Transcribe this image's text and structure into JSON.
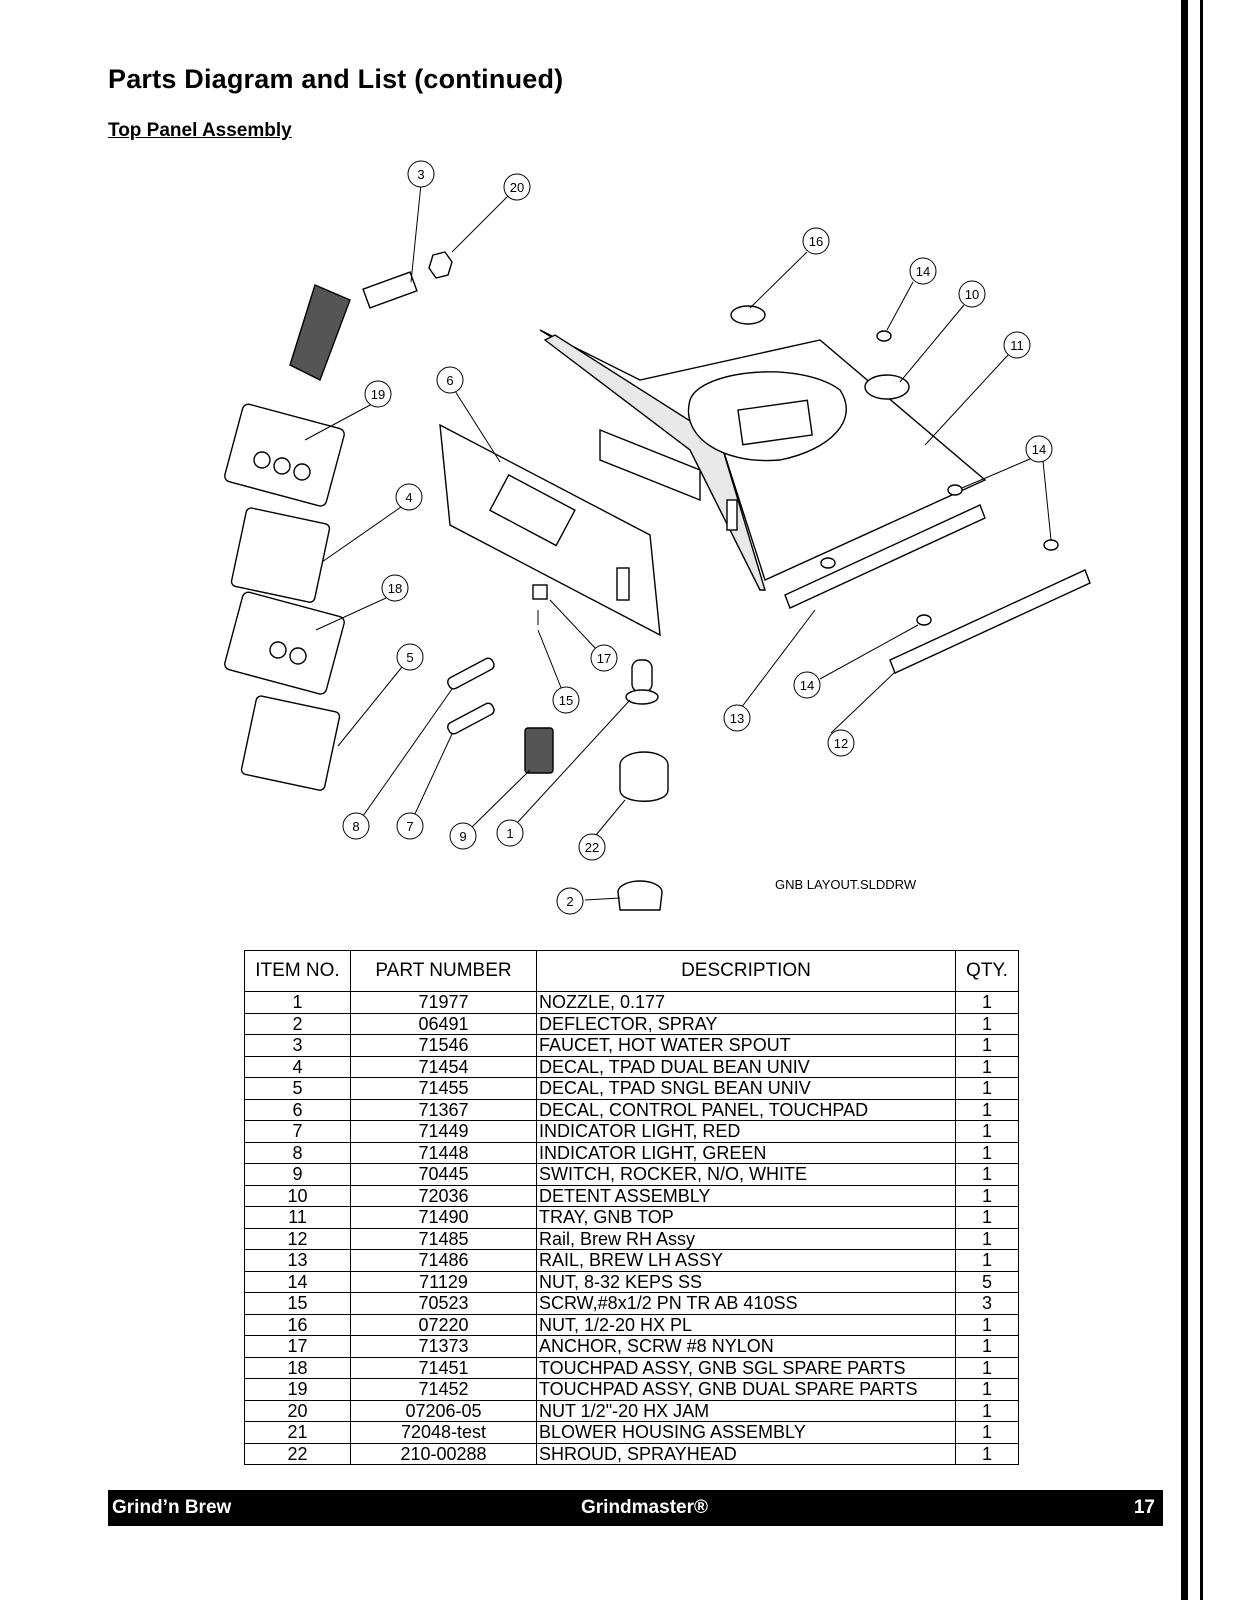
{
  "page": {
    "title": "Parts Diagram and List (continued)",
    "section": "Top Panel Assembly"
  },
  "diagram": {
    "drawing_file": "GNB LAYOUT.SLDDRW",
    "callouts": [
      "3",
      "20",
      "16",
      "14",
      "10",
      "11",
      "6",
      "19",
      "14",
      "4",
      "18",
      "17",
      "5",
      "15",
      "14",
      "13",
      "12",
      "8",
      "7",
      "9",
      "1",
      "22",
      "2"
    ]
  },
  "table": {
    "headers": [
      "ITEM NO.",
      "PART NUMBER",
      "DESCRIPTION",
      "QTY."
    ],
    "rows": [
      [
        "1",
        "71977",
        "NOZZLE, 0.177",
        "1"
      ],
      [
        "2",
        "06491",
        "DEFLECTOR, SPRAY",
        "1"
      ],
      [
        "3",
        "71546",
        "FAUCET, HOT WATER SPOUT",
        "1"
      ],
      [
        "4",
        "71454",
        "DECAL, TPAD DUAL BEAN UNIV",
        "1"
      ],
      [
        "5",
        "71455",
        "DECAL, TPAD SNGL BEAN UNIV",
        "1"
      ],
      [
        "6",
        "71367",
        "DECAL, CONTROL PANEL, TOUCHPAD",
        "1"
      ],
      [
        "7",
        "71449",
        "INDICATOR LIGHT, RED",
        "1"
      ],
      [
        "8",
        "71448",
        "INDICATOR LIGHT, GREEN",
        "1"
      ],
      [
        "9",
        "70445",
        "SWITCH, ROCKER, N/O, WHITE",
        "1"
      ],
      [
        "10",
        "72036",
        "DETENT ASSEMBLY",
        "1"
      ],
      [
        "11",
        "71490",
        "TRAY, GNB TOP",
        "1"
      ],
      [
        "12",
        "71485",
        "Rail, Brew RH Assy",
        "1"
      ],
      [
        "13",
        "71486",
        "RAIL, BREW LH ASSY",
        "1"
      ],
      [
        "14",
        "71129",
        "NUT, 8-32 KEPS SS",
        "5"
      ],
      [
        "15",
        "70523",
        "SCRW,#8x1/2 PN TR AB 410SS",
        "3"
      ],
      [
        "16",
        "07220",
        "NUT, 1/2-20 HX PL",
        "1"
      ],
      [
        "17",
        "71373",
        "ANCHOR, SCRW #8 NYLON",
        "1"
      ],
      [
        "18",
        "71451",
        "TOUCHPAD ASSY, GNB SGL SPARE PARTS",
        "1"
      ],
      [
        "19",
        "71452",
        "TOUCHPAD ASSY, GNB DUAL SPARE PARTS",
        "1"
      ],
      [
        "20",
        "07206-05",
        "NUT 1/2\"-20 HX JAM",
        "1"
      ],
      [
        "21",
        "72048-test",
        "BLOWER HOUSING ASSEMBLY",
        "1"
      ],
      [
        "22",
        "210-00288",
        "SHROUD, SPRAYHEAD",
        "1"
      ]
    ]
  },
  "footer": {
    "left": "Grind’n Brew",
    "center": "Grindmaster®",
    "page_number": "17"
  }
}
